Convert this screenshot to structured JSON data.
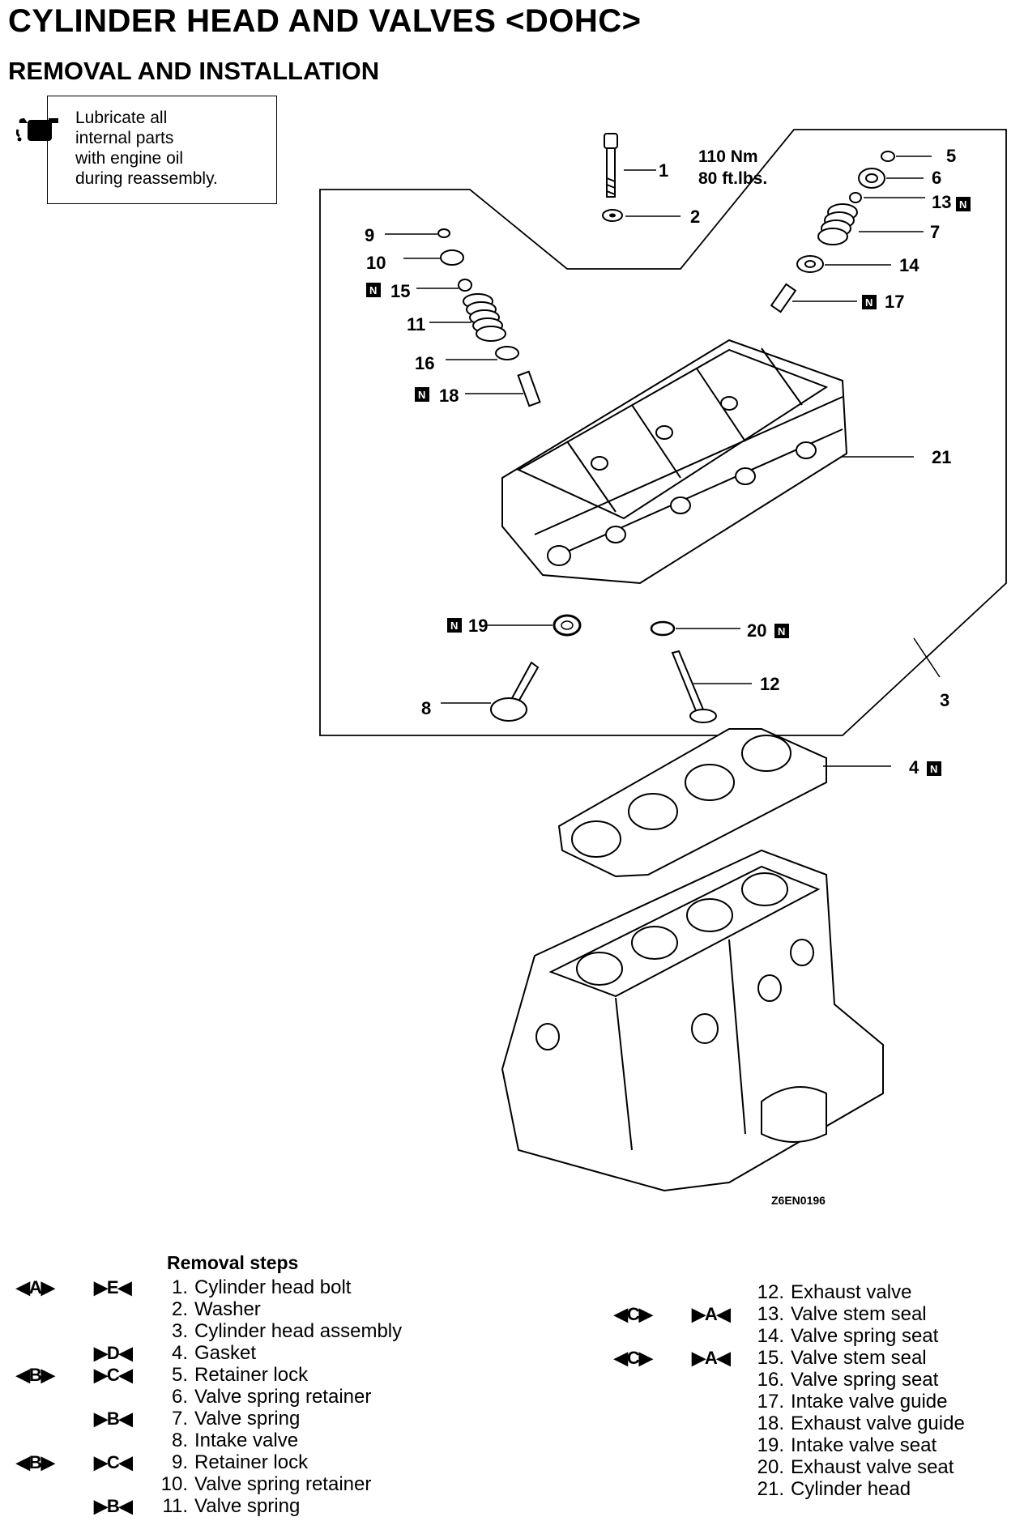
{
  "title": "CYLINDER HEAD AND VALVES <DOHC>",
  "subtitle": "REMOVAL AND INSTALLATION",
  "note": {
    "icon": "oil-can-icon",
    "lines": [
      "Lubricate all",
      "internal parts",
      "with engine oil",
      "during reassembly."
    ]
  },
  "torque": {
    "nm": "110 Nm",
    "ftlbs": "80 ft.lbs."
  },
  "callouts": {
    "c1": "1",
    "c2": "2",
    "c3": "3",
    "c4": "4",
    "c5": "5",
    "c6": "6",
    "c7": "7",
    "c8": "8",
    "c9": "9",
    "c10": "10",
    "c11": "11",
    "c12": "12",
    "c13": "13",
    "c14": "14",
    "c15": "15",
    "c16": "16",
    "c17": "17",
    "c18": "18",
    "c19": "19",
    "c20": "20",
    "c21": "21"
  },
  "new_part_mark": "N",
  "figure_code": "Z6EN0196",
  "removal_steps_title": "Removal steps",
  "steps_left": [
    {
      "num": "1.",
      "text": "Cylinder head bolt",
      "rm": "◀A▶",
      "inst": "▶E◀"
    },
    {
      "num": "2.",
      "text": "Washer",
      "rm": "",
      "inst": ""
    },
    {
      "num": "3.",
      "text": "Cylinder head assembly",
      "rm": "",
      "inst": ""
    },
    {
      "num": "4.",
      "text": "Gasket",
      "rm": "",
      "inst": "▶D◀"
    },
    {
      "num": "5.",
      "text": "Retainer lock",
      "rm": "◀B▶",
      "inst": "▶C◀"
    },
    {
      "num": "6.",
      "text": "Valve spring retainer",
      "rm": "",
      "inst": ""
    },
    {
      "num": "7.",
      "text": "Valve spring",
      "rm": "",
      "inst": "▶B◀"
    },
    {
      "num": "8.",
      "text": "Intake valve",
      "rm": "",
      "inst": ""
    },
    {
      "num": "9.",
      "text": "Retainer lock",
      "rm": "◀B▶",
      "inst": "▶C◀"
    },
    {
      "num": "10.",
      "text": "Valve spring retainer",
      "rm": "",
      "inst": ""
    },
    {
      "num": "11.",
      "text": "Valve spring",
      "rm": "",
      "inst": "▶B◀"
    }
  ],
  "steps_right": [
    {
      "num": "12.",
      "text": "Exhaust valve",
      "rm": "",
      "inst": ""
    },
    {
      "num": "13.",
      "text": "Valve stem seal",
      "rm": "◀C▶",
      "inst": "▶A◀"
    },
    {
      "num": "14.",
      "text": "Valve spring seat",
      "rm": "",
      "inst": ""
    },
    {
      "num": "15.",
      "text": "Valve stem seal",
      "rm": "◀C▶",
      "inst": "▶A◀"
    },
    {
      "num": "16.",
      "text": "Valve spring seat",
      "rm": "",
      "inst": ""
    },
    {
      "num": "17.",
      "text": "Intake valve guide",
      "rm": "",
      "inst": ""
    },
    {
      "num": "18.",
      "text": "Exhaust valve guide",
      "rm": "",
      "inst": ""
    },
    {
      "num": "19.",
      "text": "Intake valve seat",
      "rm": "",
      "inst": ""
    },
    {
      "num": "20.",
      "text": "Exhaust valve seat",
      "rm": "",
      "inst": ""
    },
    {
      "num": "21.",
      "text": "Cylinder head",
      "rm": "",
      "inst": ""
    }
  ]
}
